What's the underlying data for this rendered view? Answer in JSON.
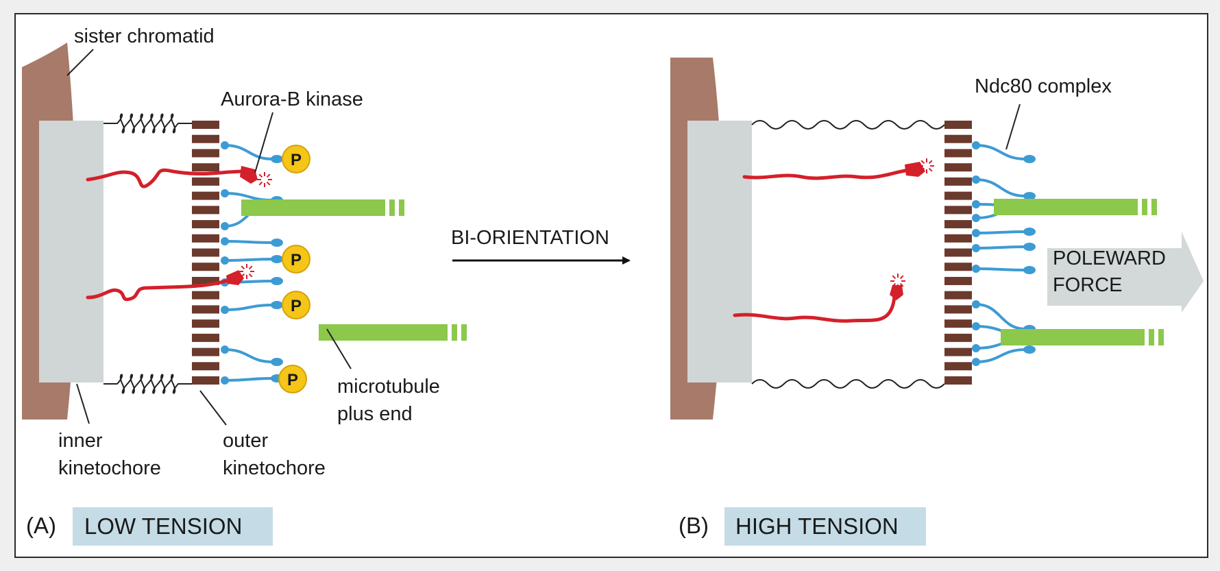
{
  "panels": [
    {
      "letter": "(A)",
      "tension": "LOW TENSION"
    },
    {
      "letter": "(B)",
      "tension": "HIGH TENSION"
    }
  ],
  "labels": {
    "sister_chromatid": "sister chromatid",
    "aurora_b": "Aurora-B kinase",
    "inner_kinetochore": [
      "inner",
      "kinetochore"
    ],
    "outer_kinetochore": [
      "outer",
      "kinetochore"
    ],
    "microtubule_plus_end": [
      "microtubule",
      "plus end"
    ],
    "ndc80": "Ndc80 complex",
    "poleward_force": [
      "POLEWARD",
      "FORCE"
    ],
    "bi_orientation": "BI-ORIENTATION"
  },
  "phospho_label": "P",
  "colors": {
    "background": "#efefef",
    "frame": "#ffffff",
    "chromatid": "#a77a6a",
    "inner_kinetochore": "#d0d6d6",
    "outer_kinetochore": "#6b3a2c",
    "ndc80": "#3d9bd4",
    "aurora_b": "#d4202a",
    "microtubule": "#8cc84b",
    "phosphate": "#f5c518",
    "tension_tag": "#c5dce6",
    "arrow_force": "#d3d8d8"
  }
}
